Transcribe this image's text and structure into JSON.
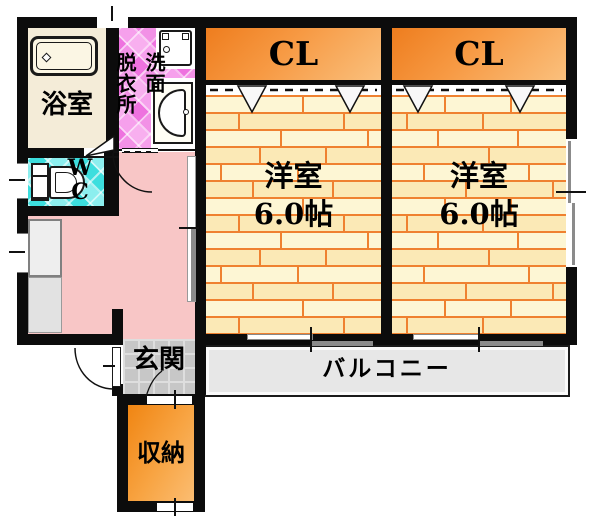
{
  "rooms": {
    "bathroom": {
      "label": "浴室"
    },
    "washroom": {
      "label_column_left": "脱衣所",
      "label_column_right": "洗面"
    },
    "toilet": {
      "line1": "W",
      "line2": "C"
    },
    "closet_left": {
      "label": "CL"
    },
    "closet_right": {
      "label": "CL"
    },
    "bedroom_left": {
      "label": "洋室",
      "size": "6.0帖"
    },
    "bedroom_right": {
      "label": "洋室",
      "size": "6.0帖"
    },
    "entrance": {
      "label": "玄関"
    },
    "storage": {
      "label": "収納"
    },
    "balcony": {
      "label": "バルコニー"
    }
  },
  "fixtures": {
    "bathtub": "bathtub-icon",
    "washing_machine": "washing-machine-icon",
    "sink": "sink-icon",
    "toilet_bowl": "toilet-icon",
    "kitchen_counter": "kitchen-counter"
  },
  "colors": {
    "wall": "#0c0c0c",
    "closet_orange_dark": "#ee7d1e",
    "closet_orange_light": "#fac07d",
    "storage_orange_dark": "#f08512",
    "storage_orange_light": "#fbbd72",
    "floor_plank_light": "#fdf6d4",
    "floor_plank_dark": "#fbe9b6",
    "floor_line": "#ef8130",
    "dk_pink": "#f8c6c6",
    "washroom_magenta": "#ee72df",
    "wc_cyan": "#3cdede",
    "entrance_tile": "#c7c7c7",
    "balcony_fill": "#e7e7e7"
  }
}
